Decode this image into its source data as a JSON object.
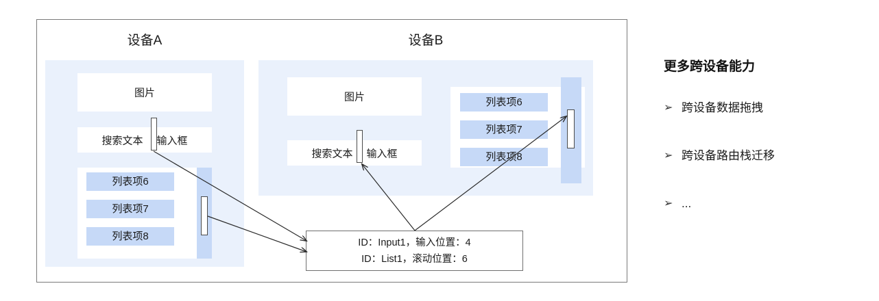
{
  "diagram": {
    "devices": [
      {
        "title": "设备A",
        "image_card_label": "图片",
        "search_card": {
          "left_text": "搜索文本",
          "right_text": "输入框",
          "caret": "text-caret"
        },
        "list_items": [
          "列表项6",
          "列表项7",
          "列表项8"
        ],
        "scrollbar": "vertical-scrollbar"
      },
      {
        "title": "设备B",
        "image_card_label": "图片",
        "search_card": {
          "left_text": "搜索文本",
          "right_text": "输入框",
          "caret": "text-caret"
        },
        "list_items": [
          "列表项6",
          "列表项7",
          "列表项8"
        ],
        "scrollbar": "vertical-scrollbar"
      }
    ],
    "info_box": {
      "line1": "ID：Input1，输入位置：4",
      "line2": "ID：List1，滚动位置：6"
    }
  },
  "side_panel": {
    "title": "更多跨设备能力",
    "bullet_marker": "➢",
    "bullets": [
      "跨设备数据拖拽",
      "跨设备路由栈迁移",
      "..."
    ]
  },
  "colors": {
    "panel_background": "#eaf1fc",
    "list_item_fill": "#c6d9f7",
    "frame_border": "#7a7a7a",
    "card_background": "#ffffff",
    "text": "#1a1a1a"
  }
}
